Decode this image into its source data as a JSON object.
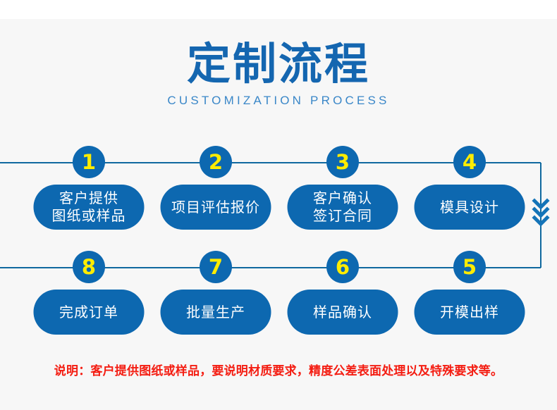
{
  "header": {
    "title": "定制流程",
    "subtitle": "CUSTOMIZATION PROCESS"
  },
  "colors": {
    "brand_blue": "#0d68b0",
    "title_blue": "#1466b0",
    "subtitle_blue": "#3a87c8",
    "badge_number_yellow": "#ffec00",
    "connector_line": "#10699f",
    "note_red": "#f41d12",
    "page_background": "#f7f7f7",
    "pill_text": "#ffffff"
  },
  "flow": {
    "rows": [
      {
        "row_name": "top-row",
        "direction": "left-to-right",
        "steps": [
          {
            "number": "1",
            "label": "客户提供\n图纸或样品"
          },
          {
            "number": "2",
            "label": "项目评估报价"
          },
          {
            "number": "3",
            "label": "客户确认\n签订合同"
          },
          {
            "number": "4",
            "label": "模具设计"
          }
        ]
      },
      {
        "row_name": "bottom-row",
        "direction": "right-to-left",
        "steps": [
          {
            "number": "8",
            "label": "完成订单"
          },
          {
            "number": "7",
            "label": "批量生产"
          },
          {
            "number": "6",
            "label": "样品确认"
          },
          {
            "number": "5",
            "label": "开模出样"
          }
        ]
      }
    ],
    "arrow": {
      "name": "down-chevron-arrow",
      "glyphs": 3,
      "direction": "down"
    }
  },
  "note": {
    "text": "说明：客户提供图纸或样品，要说明材质要求，精度公差表面处理以及特殊要求等。"
  }
}
